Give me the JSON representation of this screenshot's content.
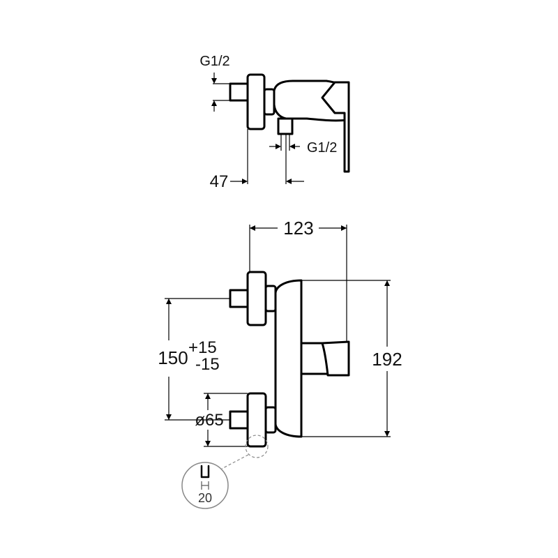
{
  "top_view": {
    "inlet_thread_label": "G1/2",
    "outlet_thread_label": "G1/2",
    "projection_label": "47"
  },
  "front_view": {
    "width_label": "123",
    "height_label": "192",
    "center_distance_label": "150",
    "tolerance_plus": "+15",
    "tolerance_minus": "-15",
    "flange_diameter_label": "ø65"
  },
  "detail": {
    "value_label": "20"
  }
}
